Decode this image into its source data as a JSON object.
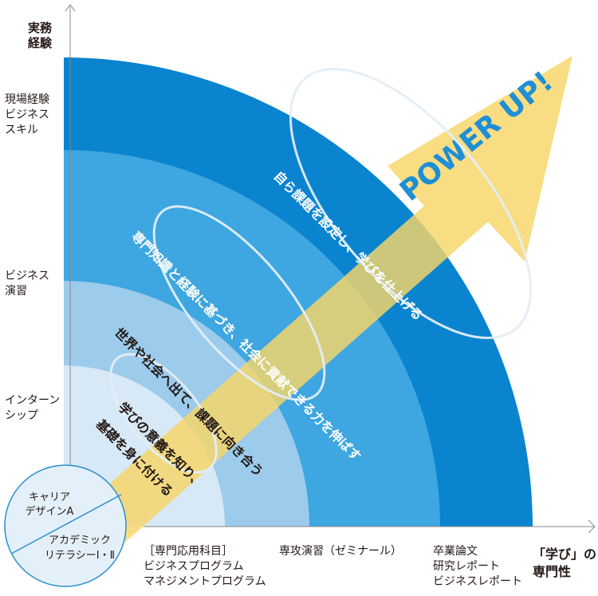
{
  "y_axis": {
    "title_line1": "実務",
    "title_line2": "経験",
    "labels": [
      [
        "現場経験",
        "ビジネス",
        "スキル"
      ],
      [
        "ビジネス",
        "演習"
      ],
      [
        "インターン",
        "シップ"
      ]
    ]
  },
  "x_axis": {
    "labels": [
      [
        "［専門応用科目］",
        "ビジネスプログラム",
        "マネジメントプログラム"
      ],
      [
        "専攻演習（ゼミナール）"
      ],
      [
        "卒業論文",
        "研究レポート",
        "ビジネスレポート"
      ]
    ],
    "title_line1": "「学び」の",
    "title_line2": "専門性"
  },
  "bands": [
    {
      "text_line1": "学びの意義を知り、",
      "text_line2": "基礎を身に付ける",
      "color": "#d7e8f6"
    },
    {
      "text": "世界や社会へ出て、課題に向き合う",
      "color": "#9ccbeb"
    },
    {
      "text": "専門知識と経験に基づき、社会に貢献できる力を伸ばす",
      "color": "#3ea6e0"
    },
    {
      "text": "自ら課題を設定し、学びを仕上げる",
      "color": "#0a84cf"
    }
  ],
  "arrow_text": "POWER UP!",
  "circle": {
    "top": "キャリア",
    "top2": "デザインA",
    "bottom": "アカデミック",
    "bottom2": "リテラシーⅠ・Ⅱ"
  },
  "colors": {
    "arrow": "#f8d567",
    "axis": "#888888"
  }
}
